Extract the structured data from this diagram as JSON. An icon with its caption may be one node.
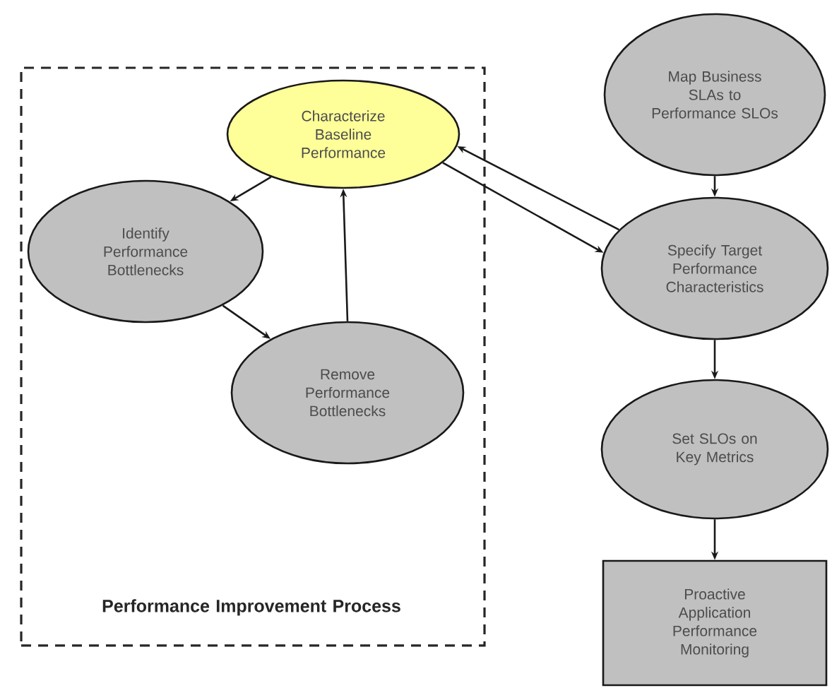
{
  "diagram": {
    "nodes": [
      {
        "text": [
          "Performance Improvement Process"
        ]
      },
      {
        "text": [
          "Characterize Baseline Performance"
        ],
        "in": 0
      },
      {
        "text": [
          "Identify Performance Bottlenecks"
        ],
        "in": 0
      },
      {
        "text": [
          "Remove Performance Bottlenecks"
        ],
        "in": 0
      },
      {
        "text": [
          "Map Business SLAs to Performance SLOs"
        ]
      },
      {
        "text": [
          "Specify Target Performance Characteristics"
        ]
      },
      {
        "text": [
          "Set SLOs on Key Metrics"
        ]
      },
      {
        "text": [
          "Proactive Application Performance Monitoring"
        ]
      }
    ],
    "edges": [
      {
        "from": 1,
        "to": 2,
        "arrow": "to"
      },
      {
        "from": 2,
        "to": 3,
        "arrow": "to"
      },
      {
        "from": 3,
        "to": 1,
        "arrow": "to"
      },
      {
        "from": 5,
        "to": 1,
        "arrow": "to"
      },
      {
        "from": 1,
        "to": 5,
        "arrow": "to"
      },
      {
        "from": 4,
        "to": 5,
        "arrow": "to"
      },
      {
        "from": 5,
        "to": 6,
        "arrow": "to"
      },
      {
        "from": 6,
        "to": 7,
        "arrow": "to"
      }
    ]
  }
}
